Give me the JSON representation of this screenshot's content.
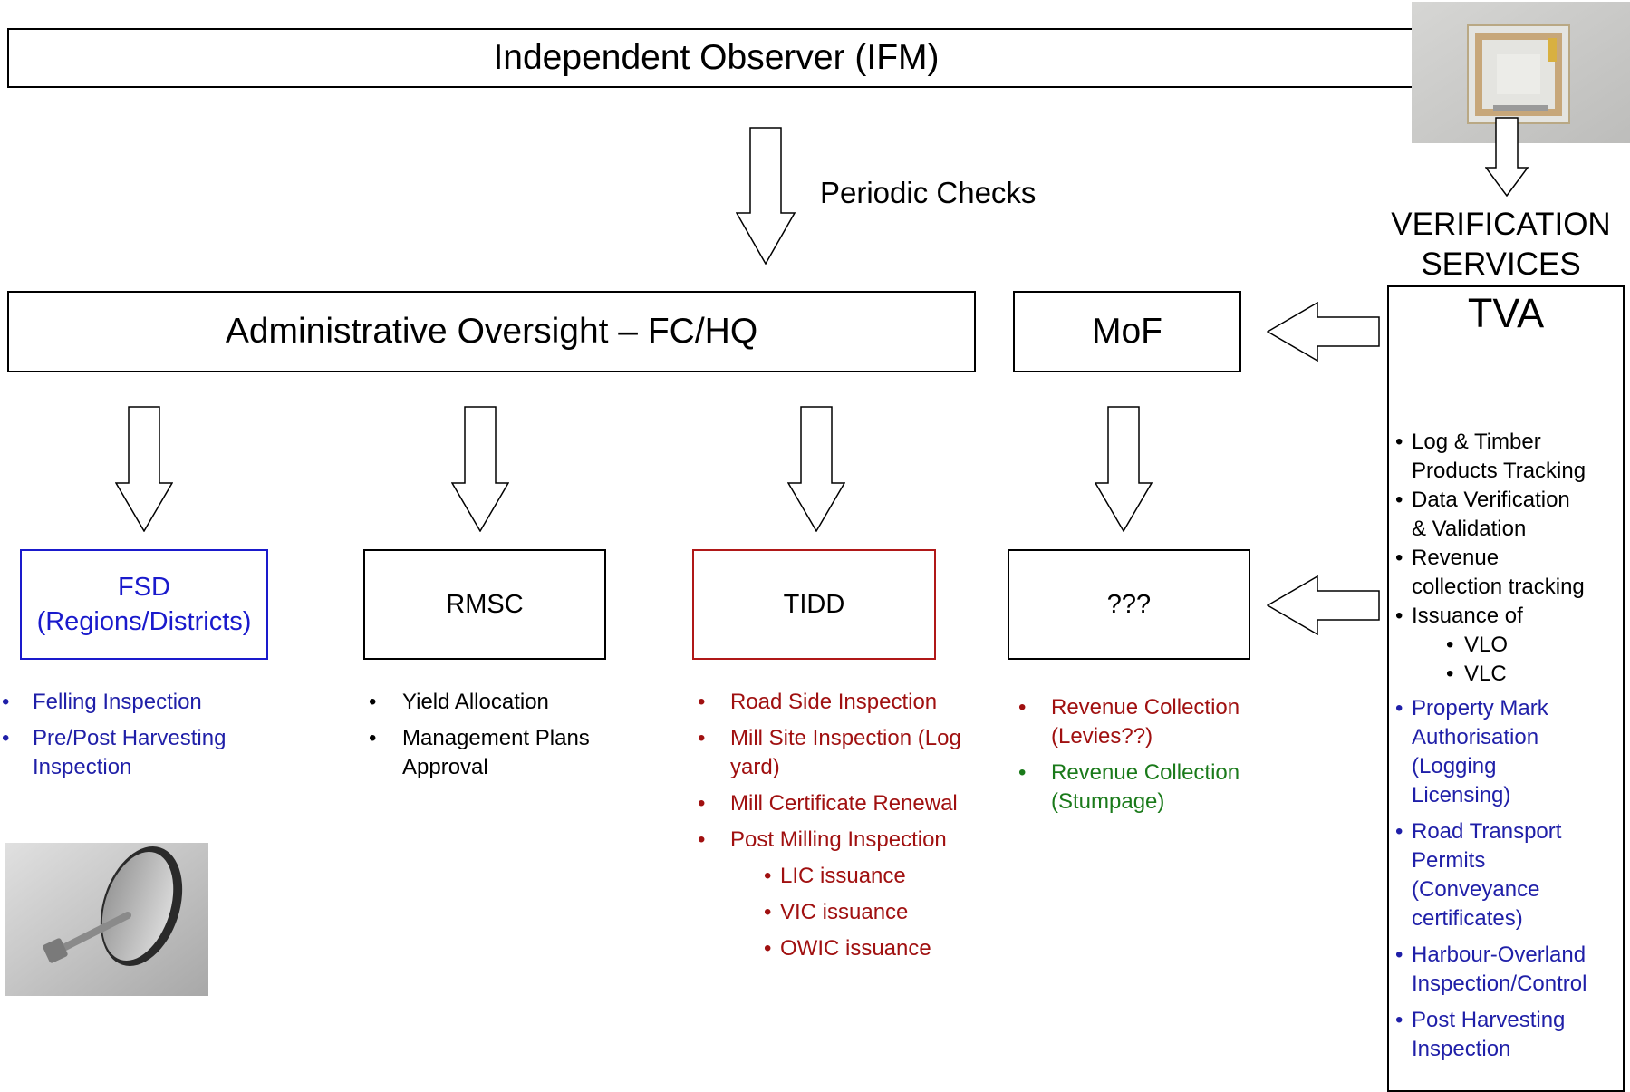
{
  "header": {
    "title": "Independent Observer (IFM)"
  },
  "periodic": "Periodic Checks",
  "admin": "Administrative Oversight – FC/HQ",
  "mof": "MoF",
  "verification": [
    "VERIFICATION",
    "SERVICES"
  ],
  "tva": {
    "title": "TVA",
    "items_black": [
      [
        "Log & Timber",
        "Products Tracking"
      ],
      [
        "Data Verification",
        "& Validation"
      ],
      [
        "Revenue",
        "collection tracking"
      ],
      [
        "Issuance of"
      ]
    ],
    "sub_items": [
      "VLO",
      "VLC"
    ],
    "items_blue": [
      [
        "Property Mark",
        "Authorisation",
        "(Logging",
        "Licensing)"
      ],
      [
        "Road Transport",
        "Permits",
        "(Conveyance",
        "certificates)"
      ],
      [
        "Harbour-Overland",
        "Inspection/Control"
      ],
      [
        "Post Harvesting",
        "Inspection"
      ]
    ]
  },
  "units": {
    "fsd": [
      "FSD",
      "(Regions/Districts)"
    ],
    "rmsc": "RMSC",
    "tidd": "TIDD",
    "unknown": "???"
  },
  "fsd_list": [
    [
      "Felling Inspection"
    ],
    [
      "Pre/Post Harvesting",
      "Inspection"
    ]
  ],
  "rmsc_list": [
    [
      "Yield Allocation"
    ],
    [
      "Management Plans",
      "Approval"
    ]
  ],
  "tidd_list": [
    [
      "Road Side Inspection"
    ],
    [
      "Mill Site Inspection (Log",
      "yard)"
    ],
    [
      "Mill Certificate Renewal"
    ],
    [
      "Post Milling Inspection"
    ]
  ],
  "tidd_sub": [
    "LIC issuance",
    "VIC issuance",
    "OWIC issuance"
  ],
  "unknown_list": {
    "red": [
      "Revenue Collection",
      "(Levies??)"
    ],
    "green": [
      "Revenue Collection",
      "(Stumpage)"
    ]
  },
  "colors": {
    "blue": "#1f1fa8",
    "red": "#a01010",
    "green": "#1a7a1a",
    "fsd_border": "#1a1acc",
    "tidd_border": "#b01818"
  }
}
